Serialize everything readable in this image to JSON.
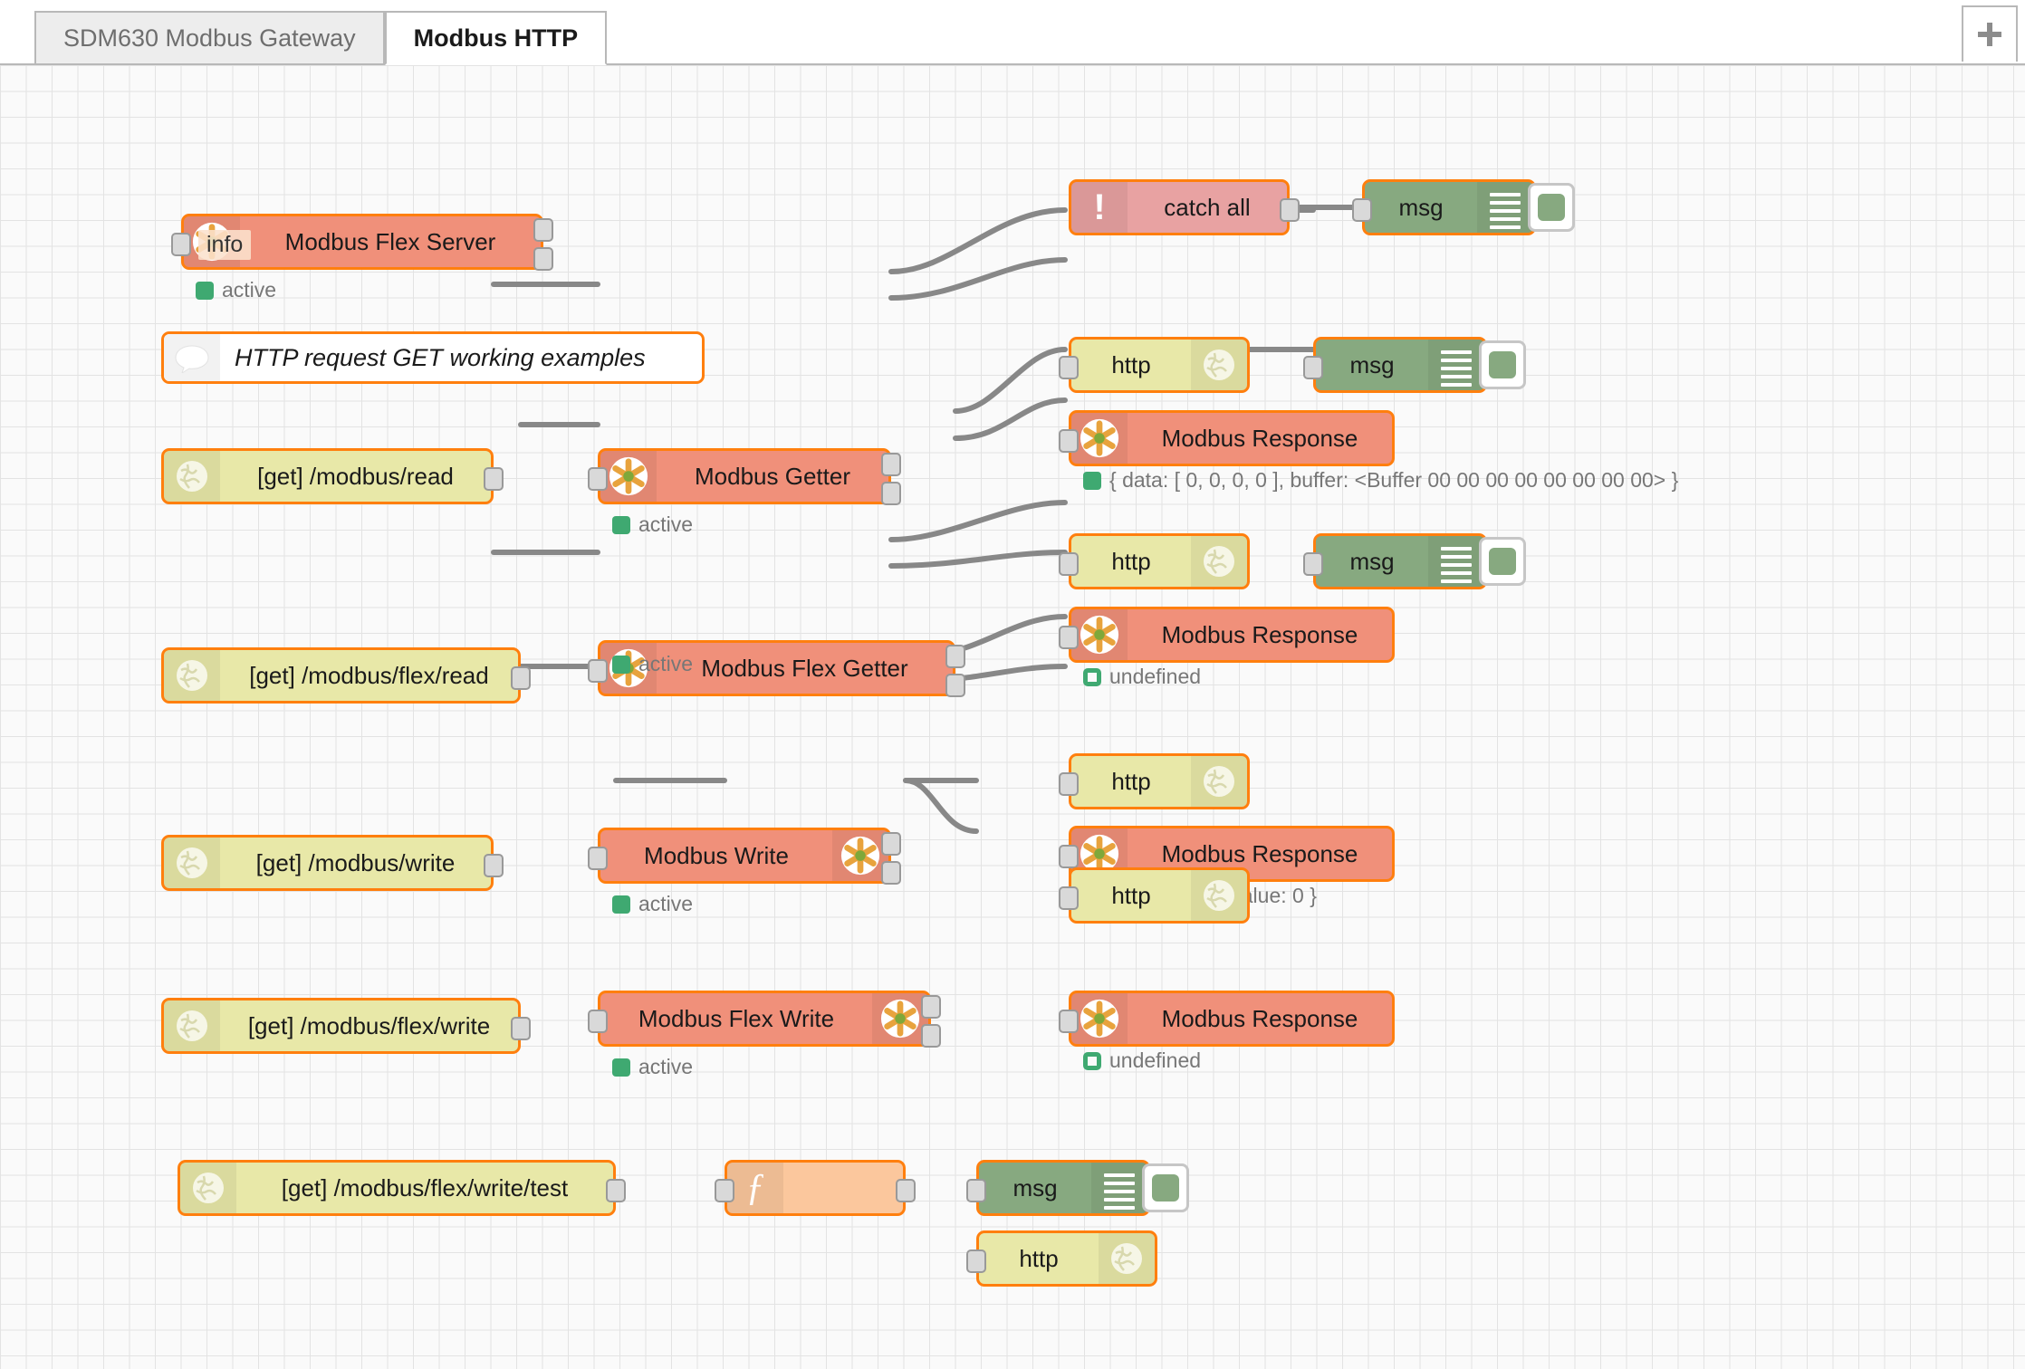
{
  "window": {
    "add_tab_icon": "plus-icon"
  },
  "tabs": [
    {
      "label": "SDM630 Modbus Gateway",
      "active": false
    },
    {
      "label": "Modbus HTTP",
      "active": true
    }
  ],
  "tooltip": {
    "text": "info"
  },
  "colors": {
    "node_border": "#ff7f0e",
    "modbus": "#f0907a",
    "http": "#e8e8a8",
    "debug": "#87a980",
    "catch": "#e8a2a2",
    "function": "#fbc79d",
    "status_green": "#3fa971",
    "wire": "#888888",
    "canvas": "#fafafa",
    "grid": "#e3e3e3"
  },
  "nodes": {
    "modbus_flex_server": {
      "label": "Modbus Flex Server",
      "icon": "modbus-asterisk-icon",
      "status": "active"
    },
    "comment": {
      "label": "HTTP request GET working examples",
      "icon": "speech-bubble-icon"
    },
    "catch_all": {
      "label": "catch all",
      "icon": "exclamation-icon"
    },
    "debug_catch": {
      "label": "msg",
      "icon": "debug-bars-icon"
    },
    "http_in_read": {
      "label": "[get] /modbus/read",
      "icon": "globe-icon"
    },
    "modbus_getter": {
      "label": "Modbus Getter",
      "icon": "modbus-asterisk-icon",
      "status": "active"
    },
    "http_resp_read": {
      "label": "http",
      "icon": "globe-icon"
    },
    "debug_read": {
      "label": "msg",
      "icon": "debug-bars-icon"
    },
    "modbus_response_read": {
      "label": "Modbus Response",
      "icon": "modbus-asterisk-icon",
      "status": "{ data: [ 0, 0, 0, 0 ], buffer: <Buffer 00 00 00 00 00 00 00 00> }"
    },
    "http_in_flex_read": {
      "label": "[get] /modbus/flex/read",
      "icon": "globe-icon"
    },
    "modbus_flex_getter": {
      "label": "Modbus Flex Getter",
      "icon": "modbus-asterisk-icon",
      "status": "active"
    },
    "http_resp_flex_read": {
      "label": "http",
      "icon": "globe-icon"
    },
    "debug_flex_read": {
      "label": "msg",
      "icon": "debug-bars-icon"
    },
    "modbus_response_flex_read": {
      "label": "Modbus Response",
      "icon": "modbus-asterisk-icon",
      "status": "undefined"
    },
    "http_in_write": {
      "label": "[get] /modbus/write",
      "icon": "globe-icon"
    },
    "modbus_write": {
      "label": "Modbus Write",
      "icon": "modbus-asterisk-icon",
      "status": "active"
    },
    "http_resp_write": {
      "label": "http",
      "icon": "globe-icon"
    },
    "modbus_response_write": {
      "label": "Modbus Response",
      "icon": "modbus-asterisk-icon",
      "status": "{ address: 0, value: 0 }"
    },
    "http_in_flex_write": {
      "label": "[get] /modbus/flex/write",
      "icon": "globe-icon"
    },
    "modbus_flex_write": {
      "label": "Modbus Flex Write",
      "icon": "modbus-asterisk-icon",
      "status": "active"
    },
    "http_resp_flex_write": {
      "label": "http",
      "icon": "globe-icon"
    },
    "modbus_response_flex_write": {
      "label": "Modbus Response",
      "icon": "modbus-asterisk-icon",
      "status": "undefined"
    },
    "http_in_flex_write_test": {
      "label": "[get] /modbus/flex/write/test",
      "icon": "globe-icon"
    },
    "function_node": {
      "label": "",
      "icon": "function-f-icon"
    },
    "debug_test": {
      "label": "msg",
      "icon": "debug-bars-icon"
    },
    "http_resp_test": {
      "label": "http",
      "icon": "globe-icon"
    }
  }
}
